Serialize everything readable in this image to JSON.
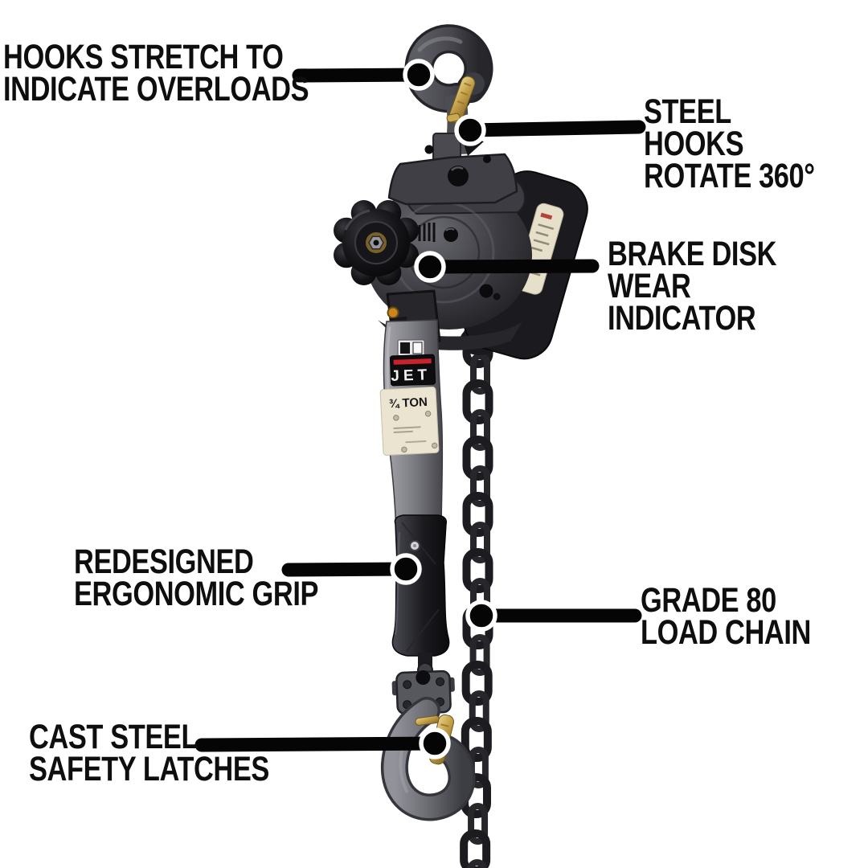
{
  "product": {
    "brand": "JET",
    "capacity": "¾ TON"
  },
  "callouts": {
    "hooks_stretch": {
      "label": "HOOKS STRETCH TO\nINDICATE OVERLOADS"
    },
    "steel_hooks": {
      "label": "STEEL HOOKS\nROTATE 360°"
    },
    "brake_disk": {
      "label": "BRAKE DISK\nWEAR INDICATOR"
    },
    "ergonomic_grip": {
      "label": "REDESIGNED\nERGONOMIC GRIP"
    },
    "load_chain": {
      "label": "GRADE 80\nLOAD CHAIN"
    },
    "safety_latches": {
      "label": "CAST STEEL\nSAFETY LATCHES"
    }
  },
  "colors": {
    "background": "#ffffff",
    "callout_text": "#0e0e0e",
    "callout_line": "#050505",
    "brand_red": "#c8232a",
    "brass": "#c3a04a",
    "label_cream": "#eae4d0",
    "steel_gray": "#6e6e74",
    "dark_housing": "#1b1b1f"
  }
}
